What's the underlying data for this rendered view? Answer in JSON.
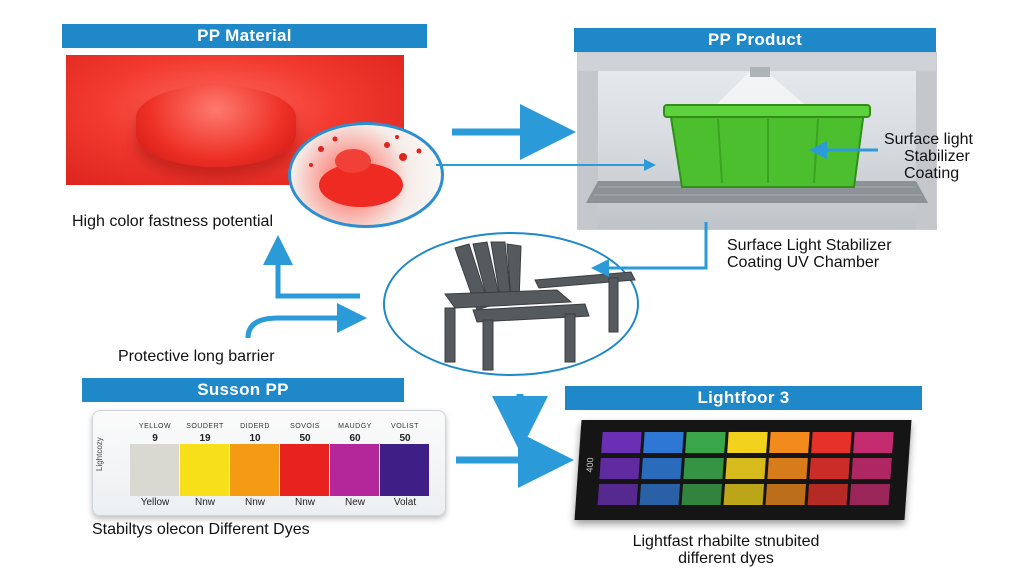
{
  "sections": {
    "pp_material": {
      "title": "PP Material",
      "caption": "High color fastness potential"
    },
    "pp_product": {
      "title": "PP Product",
      "callout_line1": "Surface light",
      "callout_line2": "Stabilizer",
      "callout_line3": "Coating",
      "caption_line1": "Surface Light Stabilizer",
      "caption_line2": "Coating UV Chamber"
    },
    "center": {
      "caption": "Protective long barrier"
    },
    "susson_pp": {
      "title": "Susson PP",
      "card_side_label": "Lightcozy",
      "caption": "Stabiltys olecon Different Dyes",
      "swatches": [
        {
          "head": "YELLOW",
          "value": "9",
          "color": "#d9d9d2",
          "foot": "Yellow"
        },
        {
          "head": "SOUDERT",
          "value": "19",
          "color": "#f7e01a",
          "foot": "Nnw"
        },
        {
          "head": "DIDERD",
          "value": "10",
          "color": "#f59a14",
          "foot": "Nnw"
        },
        {
          "head": "SOVOIS",
          "value": "50",
          "color": "#e8231f",
          "foot": "Nnw"
        },
        {
          "head": "MAUDGY",
          "value": "60",
          "color": "#b3279a",
          "foot": "New"
        },
        {
          "head": "VOLIST",
          "value": "50",
          "color": "#3e1f86",
          "foot": "Volat"
        }
      ]
    },
    "lightfoor": {
      "title": "Lightfoor 3",
      "board_label": "400",
      "caption_line1": "Lightfast rhabilte stnubited",
      "caption_line2": "different dyes",
      "columns": [
        "#6b2fb5",
        "#2f77d4",
        "#3aa64a",
        "#f2d21c",
        "#f28a1c",
        "#e6302a",
        "#c42a6e"
      ]
    }
  },
  "colors": {
    "accent": "#1e88c8",
    "arrow": "#2a9ad8"
  }
}
